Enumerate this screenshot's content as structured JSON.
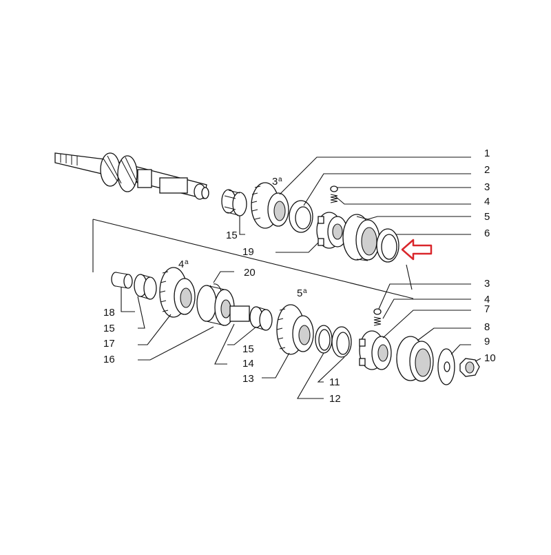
{
  "diagram": {
    "part_numbers": [
      "1",
      "2",
      "3",
      "4",
      "5",
      "6",
      "19",
      "20",
      "3",
      "4",
      "7",
      "8",
      "9",
      "10",
      "18",
      "15",
      "17",
      "16",
      "15",
      "14",
      "13",
      "11",
      "12",
      "15"
    ],
    "gear_markers": {
      "third": {
        "digit": "3",
        "sup": "a"
      },
      "fourth": {
        "digit": "4",
        "sup": "a"
      },
      "fifth": {
        "digit": "5",
        "sup": "a"
      }
    },
    "highlight_color": "#d9262b",
    "highlighted_part": "6",
    "line_color": "#111111"
  }
}
